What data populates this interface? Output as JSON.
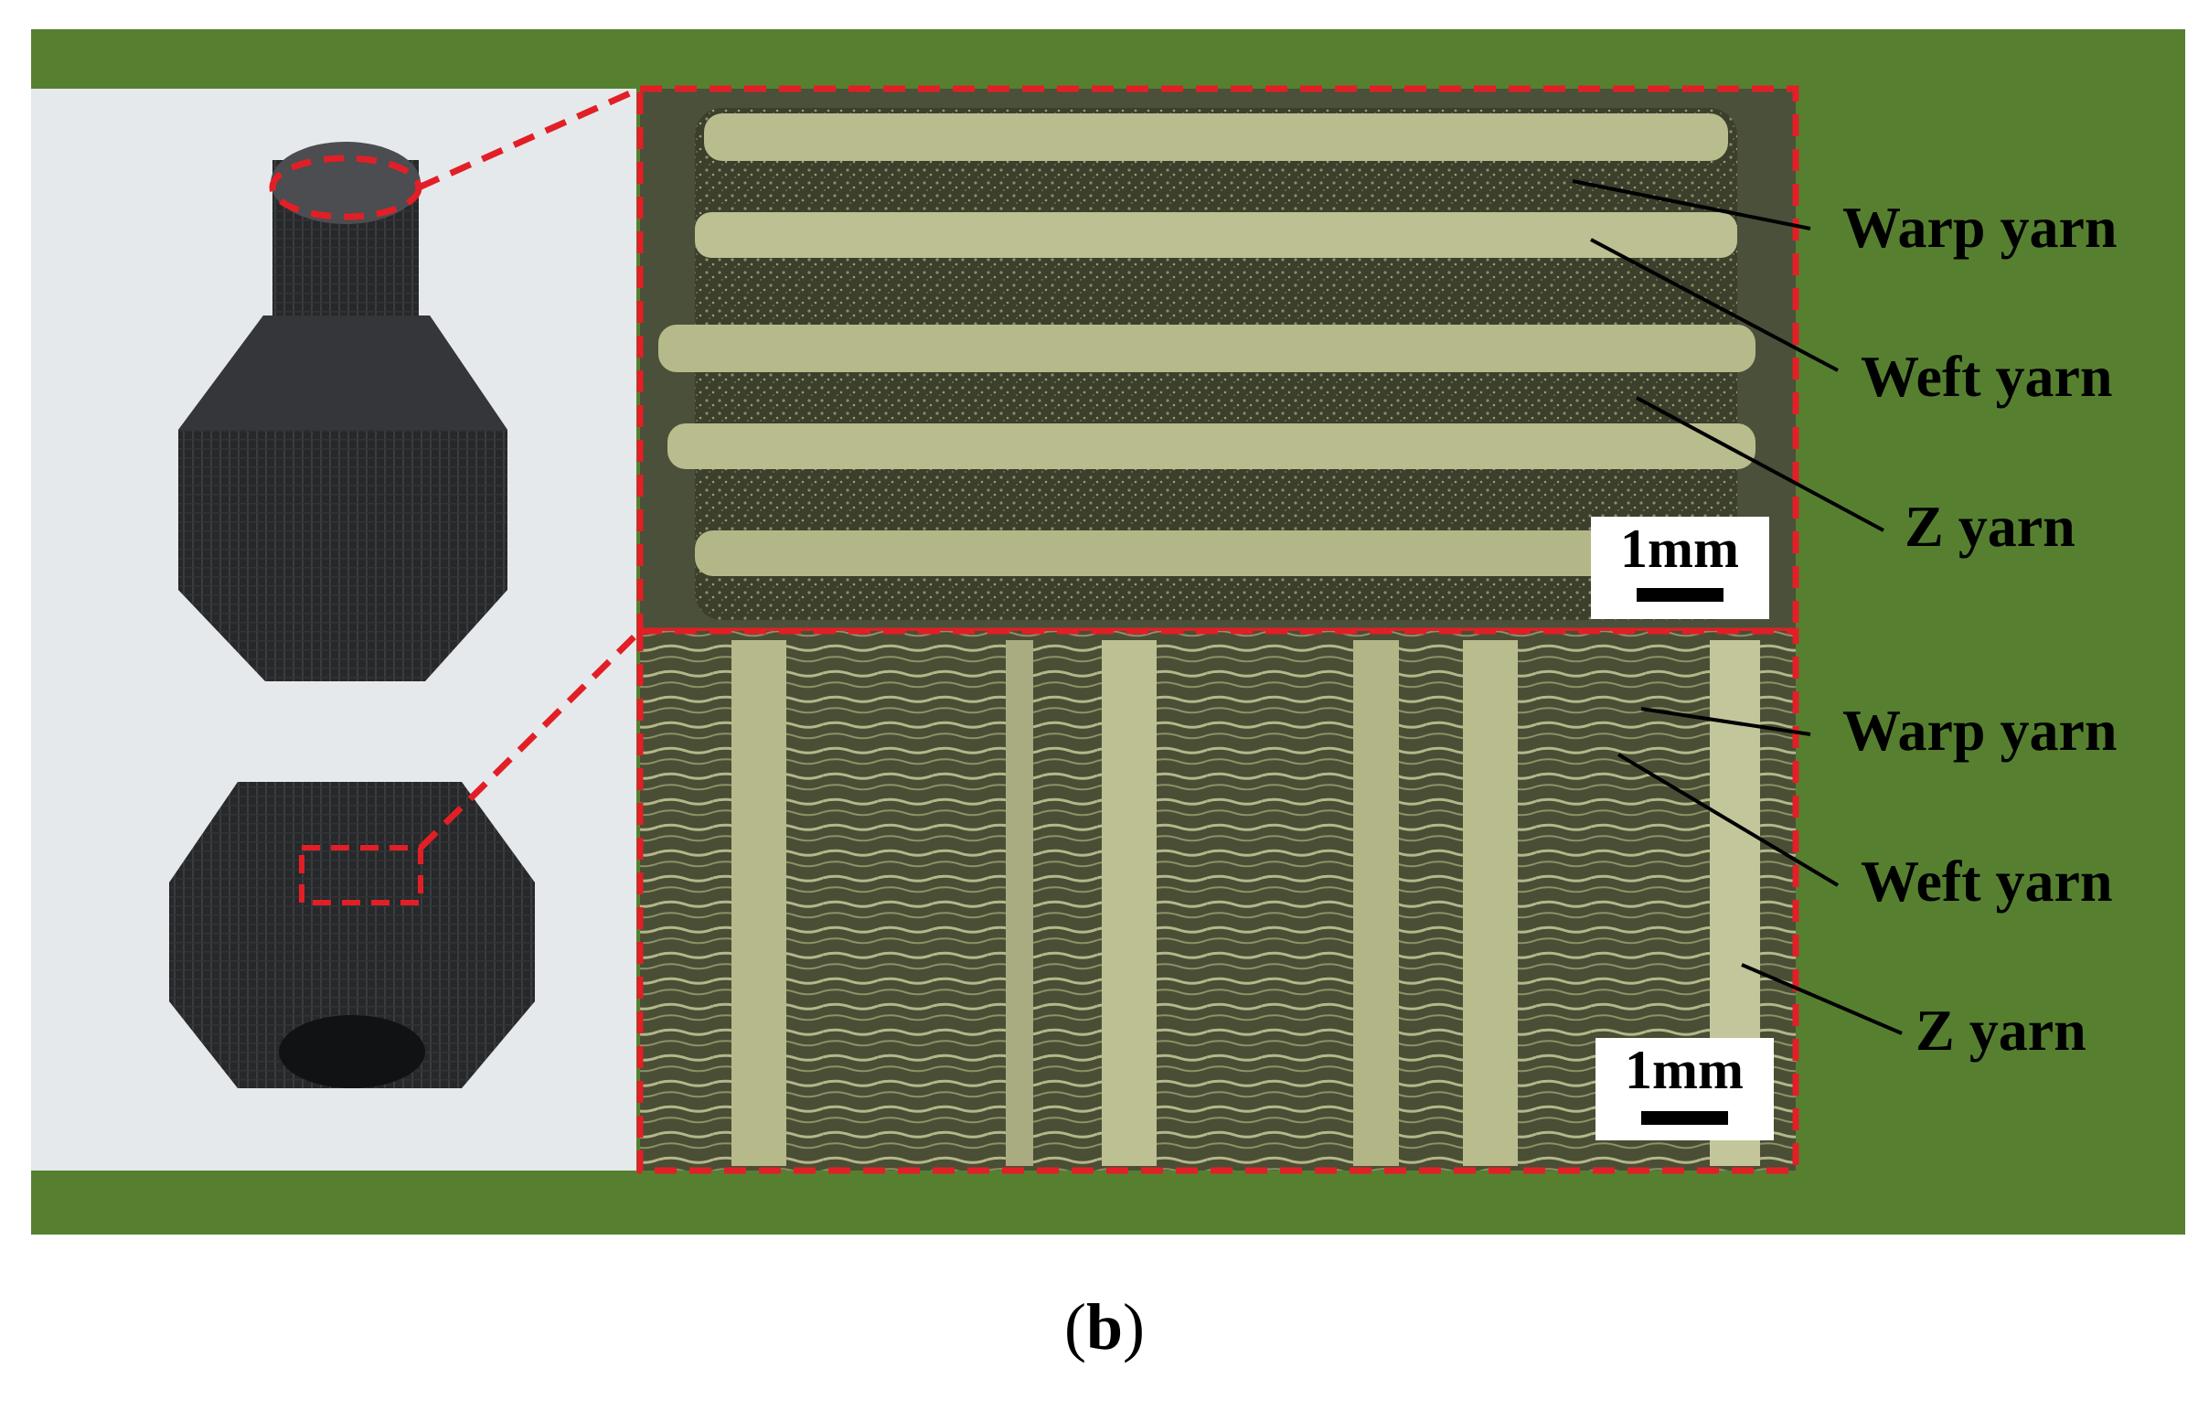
{
  "figure": {
    "panel_label_open": "(",
    "panel_label_letter": "b",
    "panel_label_close": ")",
    "upper_panel": {
      "labels": [
        "Warp yarn",
        "Weft yarn",
        "Z yarn"
      ],
      "scale_bar": "1mm"
    },
    "lower_panel": {
      "labels": [
        "Warp yarn",
        "Weft yarn",
        "Z yarn"
      ],
      "scale_bar": "1mm"
    }
  },
  "colors": {
    "frame_green": "#568030",
    "photo_background": "#e6e9eb",
    "dashed_outline": "#e21f26",
    "composite_dark": "#3a3d2c",
    "yarn_light": "#b9bd8e"
  }
}
